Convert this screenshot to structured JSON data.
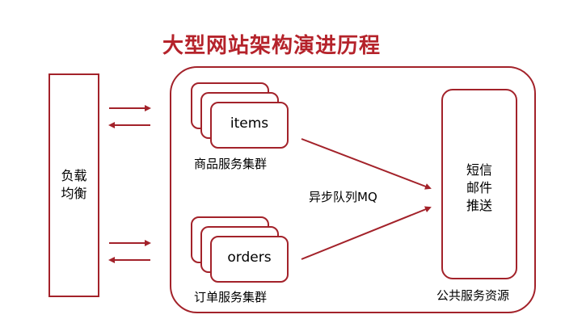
{
  "title": "大型网站架构演进历程",
  "load_balancer": {
    "line1": "负载",
    "line2": "均衡"
  },
  "items_cluster": {
    "box_label": "items",
    "caption": "商品服务集群"
  },
  "orders_cluster": {
    "box_label": "orders",
    "caption": "订单服务集群"
  },
  "mq_label": "异步队列MQ",
  "public_service": {
    "line1": "短信",
    "line2": "邮件",
    "line3": "推送",
    "caption": "公共服务资源"
  },
  "colors": {
    "accent": "#a3222a",
    "title": "#b5232b"
  }
}
